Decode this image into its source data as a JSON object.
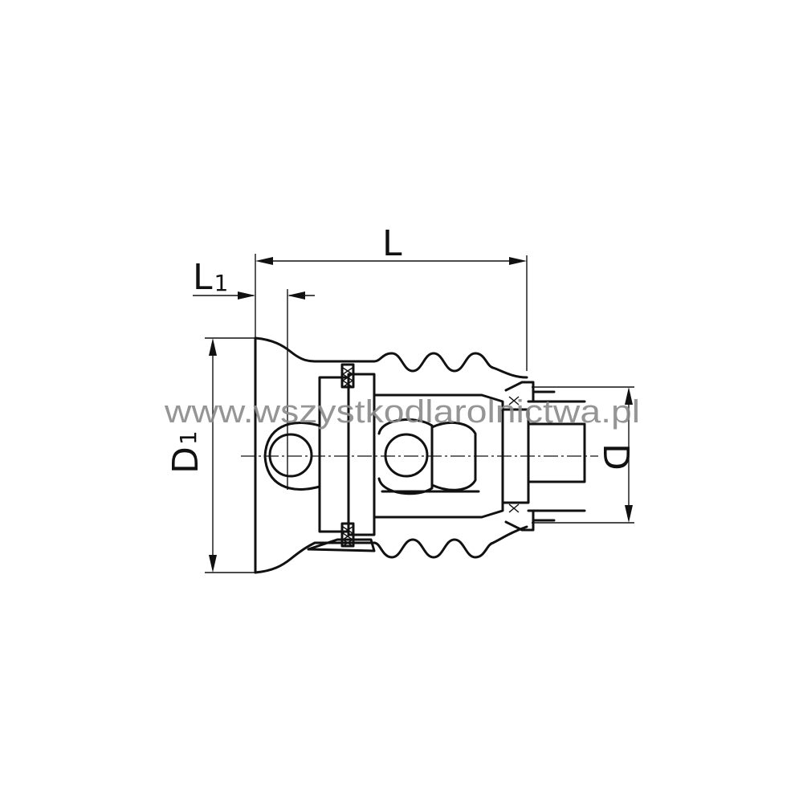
{
  "labels": {
    "L": "L",
    "L1_main": "L",
    "L1_sub": "1",
    "D1_main": "D",
    "D1_sub": "1",
    "D": "D"
  },
  "watermark": "www.wszystkodlarolnictwa.pl",
  "colors": {
    "line": "#111111",
    "watermark": "#8a8a8a",
    "background": "#ffffff"
  }
}
